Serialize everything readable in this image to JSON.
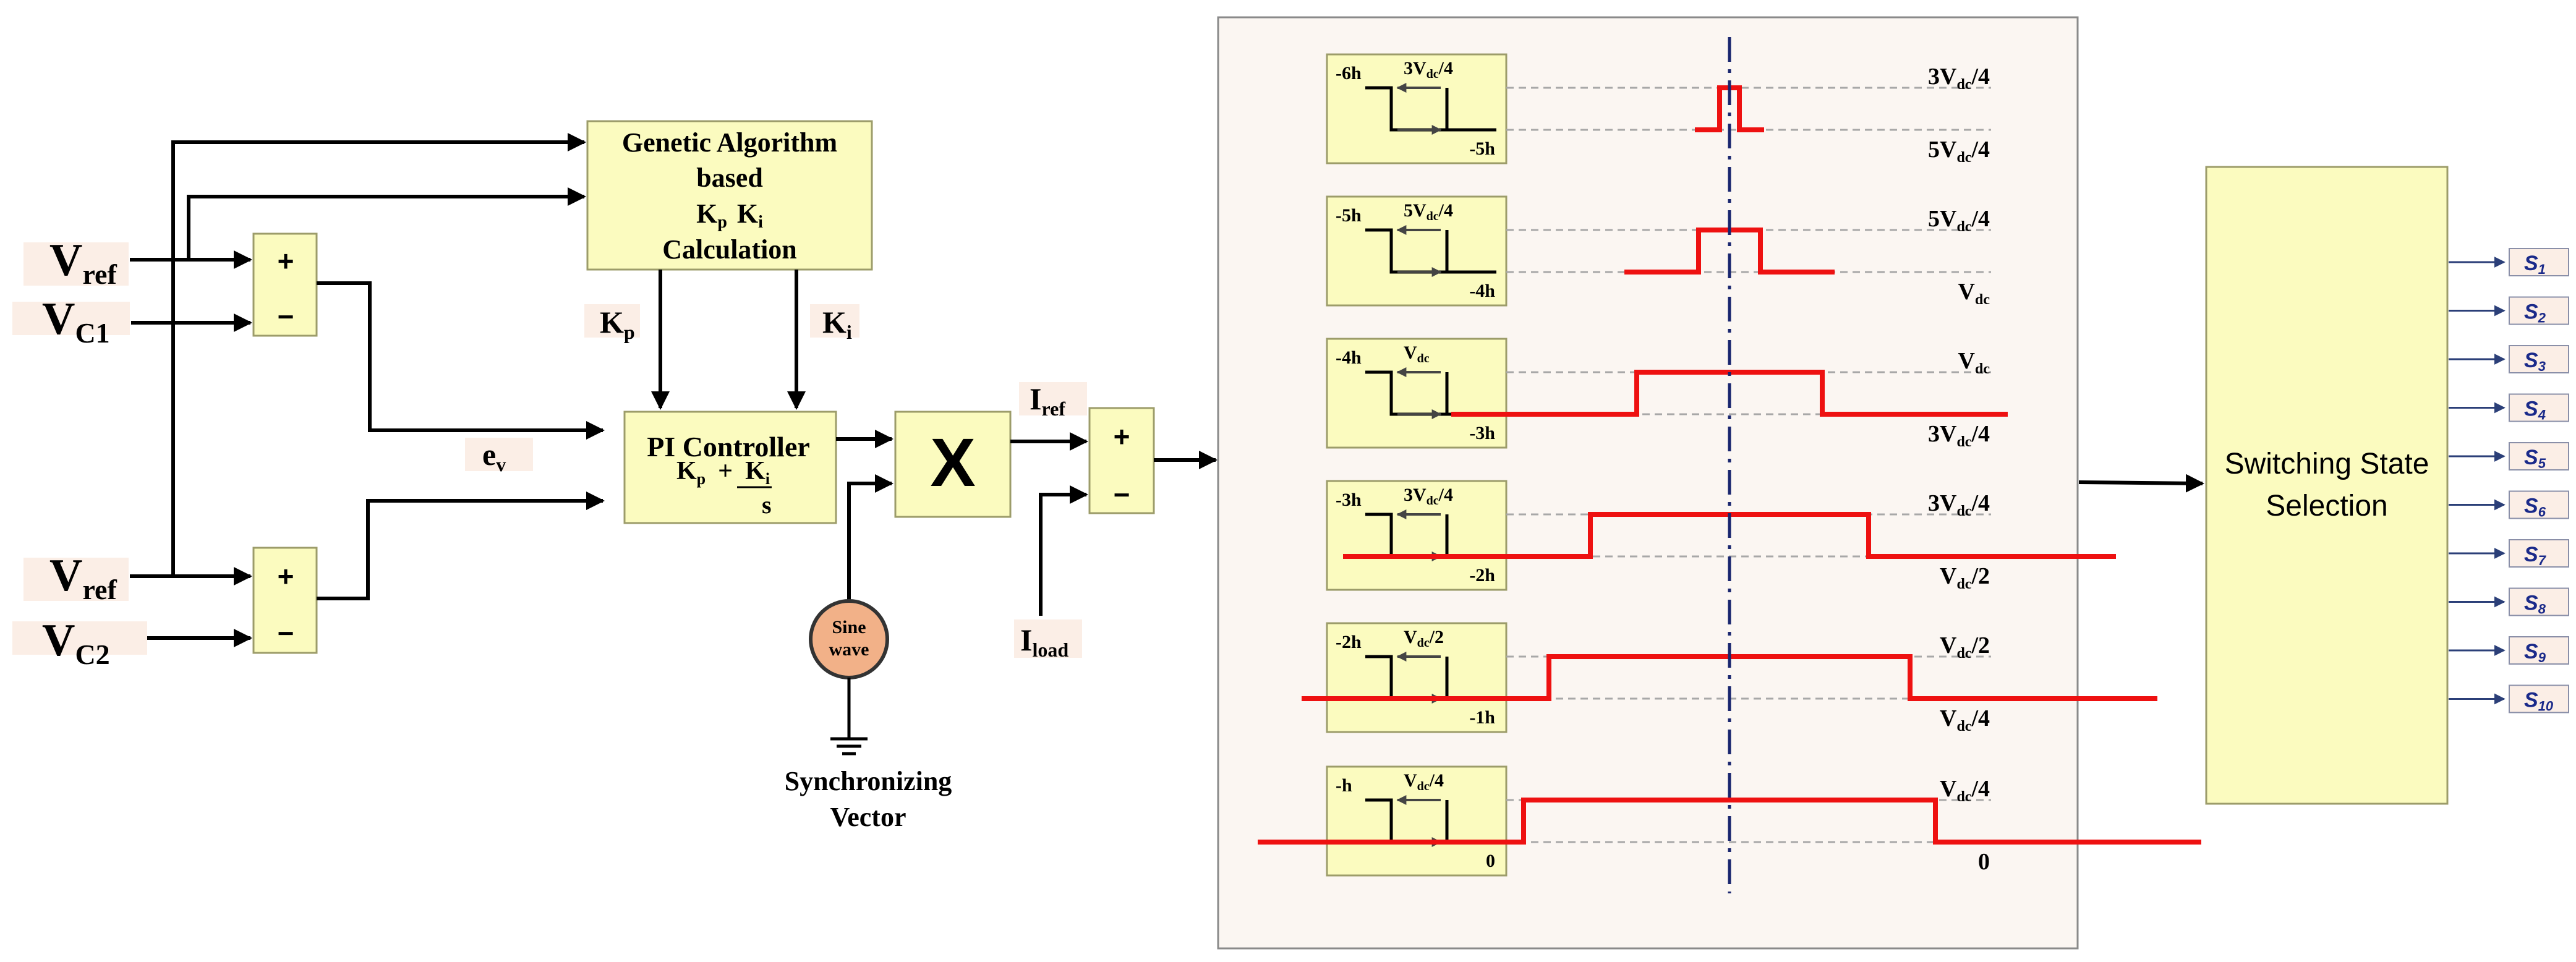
{
  "inputs": {
    "vref_top": {
      "main": "V",
      "sub": "ref"
    },
    "vc1": {
      "main": "V",
      "sub": "C1"
    },
    "vref_bottom": {
      "main": "V",
      "sub": "ref"
    },
    "vc2": {
      "main": "V",
      "sub": "C2"
    }
  },
  "summers": {
    "plus": "+",
    "minus": "−"
  },
  "ga_box": {
    "line1": "Genetic Algorithm",
    "line2": "based",
    "kp": "K",
    "kp_sub": "p",
    "ki": "K",
    "ki_sub": "i",
    "line4": "Calculation"
  },
  "labels": {
    "kp": {
      "main": "K",
      "sub": "p"
    },
    "ki": {
      "main": "K",
      "sub": "i"
    },
    "ev": {
      "main": "e",
      "sub": "v"
    },
    "iref": {
      "main": "I",
      "sub": "ref"
    },
    "iload": {
      "main": "I",
      "sub": "load"
    }
  },
  "pi_box": {
    "title": "PI Controller",
    "kp": "K",
    "kp_sub": "p",
    "plus": "+",
    "ki": "K",
    "ki_sub": "i",
    "s": "s"
  },
  "multiplier": {
    "label": "X"
  },
  "sine_source": {
    "line1": "Sine",
    "line2": "wave"
  },
  "sync_vector": {
    "line1": "Synchronizing",
    "line2": "Vector"
  },
  "levels": [
    {
      "left_top": "-6h",
      "left_bottom": "-5h",
      "box_upper": "3V",
      "box_upper_sub": "dc",
      "box_upper_suffix": "/4",
      "right_upper_pre": "3V",
      "right_upper_sub": "dc",
      "right_upper_suffix": "/4",
      "right_lower_pre": "5V",
      "right_lower_sub": "dc",
      "right_lower_suffix": "/4"
    },
    {
      "left_top": "-5h",
      "left_bottom": "-4h",
      "box_upper": "5V",
      "box_upper_sub": "dc",
      "box_upper_suffix": "/4",
      "right_upper_pre": "5V",
      "right_upper_sub": "dc",
      "right_upper_suffix": "/4",
      "right_lower_pre": "V",
      "right_lower_sub": "dc",
      "right_lower_suffix": ""
    },
    {
      "left_top": "-4h",
      "left_bottom": "-3h",
      "box_upper": "V",
      "box_upper_sub": "dc",
      "box_upper_suffix": "",
      "right_upper_pre": "V",
      "right_upper_sub": "dc",
      "right_upper_suffix": "",
      "right_lower_pre": "3V",
      "right_lower_sub": "dc",
      "right_lower_suffix": "/4"
    },
    {
      "left_top": "-3h",
      "left_bottom": "-2h",
      "box_upper": "3V",
      "box_upper_sub": "dc",
      "box_upper_suffix": "/4",
      "right_upper_pre": "3V",
      "right_upper_sub": "dc",
      "right_upper_suffix": "/4",
      "right_lower_pre": "V",
      "right_lower_sub": "dc",
      "right_lower_suffix": "/2"
    },
    {
      "left_top": "-2h",
      "left_bottom": "-1h",
      "box_upper": "V",
      "box_upper_sub": "dc",
      "box_upper_suffix": "/2",
      "right_upper_pre": "V",
      "right_upper_sub": "dc",
      "right_upper_suffix": "/2",
      "right_lower_pre": "V",
      "right_lower_sub": "dc",
      "right_lower_suffix": "/4"
    },
    {
      "left_top": "-h",
      "left_bottom": "0",
      "box_upper": "V",
      "box_upper_sub": "dc",
      "box_upper_suffix": "/4",
      "right_upper_pre": "V",
      "right_upper_sub": "dc",
      "right_upper_suffix": "/4",
      "right_lower_pre": "0",
      "right_lower_sub": "",
      "right_lower_suffix": ""
    }
  ],
  "switching_box": {
    "line1": "Switching State",
    "line2": "Selection"
  },
  "switch_outputs": [
    {
      "main": "S",
      "sub": "1"
    },
    {
      "main": "S",
      "sub": "2"
    },
    {
      "main": "S",
      "sub": "3"
    },
    {
      "main": "S",
      "sub": "4"
    },
    {
      "main": "S",
      "sub": "5"
    },
    {
      "main": "S",
      "sub": "6"
    },
    {
      "main": "S",
      "sub": "7"
    },
    {
      "main": "S",
      "sub": "8"
    },
    {
      "main": "S",
      "sub": "9"
    },
    {
      "main": "S",
      "sub": "10"
    }
  ],
  "colors": {
    "block_fill": "#fbfbbf",
    "label_bg": "#fbeee6",
    "pulse": "#ee1111",
    "center_line": "#18256e",
    "output_text": "#1a2a8a",
    "sine_fill": "#f2b188"
  }
}
